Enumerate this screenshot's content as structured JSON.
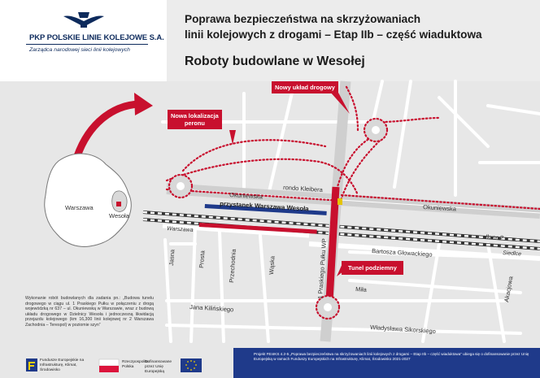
{
  "logo": {
    "title": "PKP POLSKIE LINIE KOLEJOWE S.A.",
    "subtitle": "Zarządca narodowej sieci linii kolejowych"
  },
  "header": {
    "title_line1": "Poprawa bezpieczeństwa na skrzyżowaniach",
    "title_line2": "linii kolejowych z drogami – Etap IIb – część wiaduktowa",
    "subtitle": "Roboty budowlane w Wesołej"
  },
  "callouts": {
    "new_road_layout": "Nowy układ drogowy",
    "new_platform_line1": "Nowa lokalizacja",
    "new_platform_line2": "peronu",
    "tunnel": "Tunel podziemny"
  },
  "inset_map": {
    "city_label": "Warszawa",
    "district_label": "Wesoła"
  },
  "street_labels": {
    "okuniewska_left": "Okuniewska",
    "okuniewska_right": "Okuniewska",
    "rondo": "rondo Kleibera",
    "station": "przystanek Warszawa Wesoła",
    "warszawa_track": "Warszawa",
    "line": "lk nr 2",
    "bartoszka": "Bartosza Głowackiego",
    "siedlce": "Siedlce",
    "jasna": "Jasna",
    "prosta": "Prosta",
    "przechodnia": "Przechodnia",
    "waska": "Wąska",
    "praski_pulk": "1 Praskiego Pułku WP",
    "mila": "Miła",
    "kilinskiego": "Jana Kilińskiego",
    "sikorskiego": "Władysława Sikorskiego",
    "akacjowa": "Akacjowa"
  },
  "description": "Wykonanie robót budowlanych dla zadania pn.: „Budowa tunelu drogowego w ciągu ul. 1 Praskiego Pułku w połączeniu z drogą wojewódzką nr 637 – ul. Okuniewską w Warszawie, wraz z budową układu drogowego w Dzielnicy Wesoła i jednoczesną likwidacją przejazdu kolejowego (km 16,300 linii kolejowej nr 2 Warszawa Zachodnia – Terespol) w poziomie szyn”",
  "footer": {
    "eu_funds": "Fundusze Europejskie na Infrastrukturę, Klimat, Środowisko",
    "rp": "Rzeczpospolita Polska",
    "eu": "Dofinansowane przez Unię Europejską",
    "project_text": "Projekt FEnIKS 4.2-5 „Poprawa bezpieczeństwa na skrzyżowaniach linii kolejowych z drogami – Etap IIb – część wiaduktowa” ubiega się o dofinansowanie przez Unię Europejską w ramach Funduszy Europejskich na Infrastrukturę, Klimat, Środowisko 2021-2027"
  },
  "colors": {
    "accent_red": "#c8102e",
    "navy": "#0d2a5c",
    "station_blue": "#1f3a8a",
    "road_gray": "#d9d9d9",
    "background_gray": "#e6e6e6"
  }
}
